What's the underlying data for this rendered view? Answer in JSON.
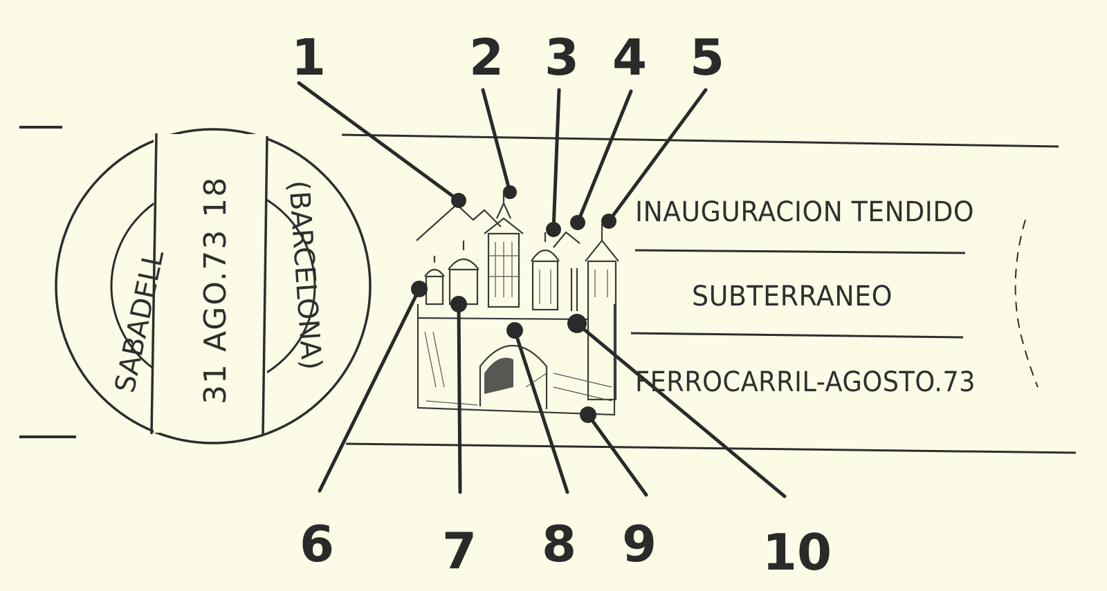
{
  "postmark": {
    "town": "SABADELL",
    "province": "(BARCELONA)",
    "date": "31 AGO.73 18"
  },
  "slogan": {
    "line1": "INAUGURACION TENDIDO",
    "line2": "SUBTERRANEO",
    "line3": "FERROCARRIL-AGOSTO.73"
  },
  "callouts": [
    "1",
    "2",
    "3",
    "4",
    "5",
    "6",
    "7",
    "8",
    "9",
    "10"
  ],
  "colors": {
    "paper": "#fbfbe6",
    "ink": "#2d2d2d"
  }
}
